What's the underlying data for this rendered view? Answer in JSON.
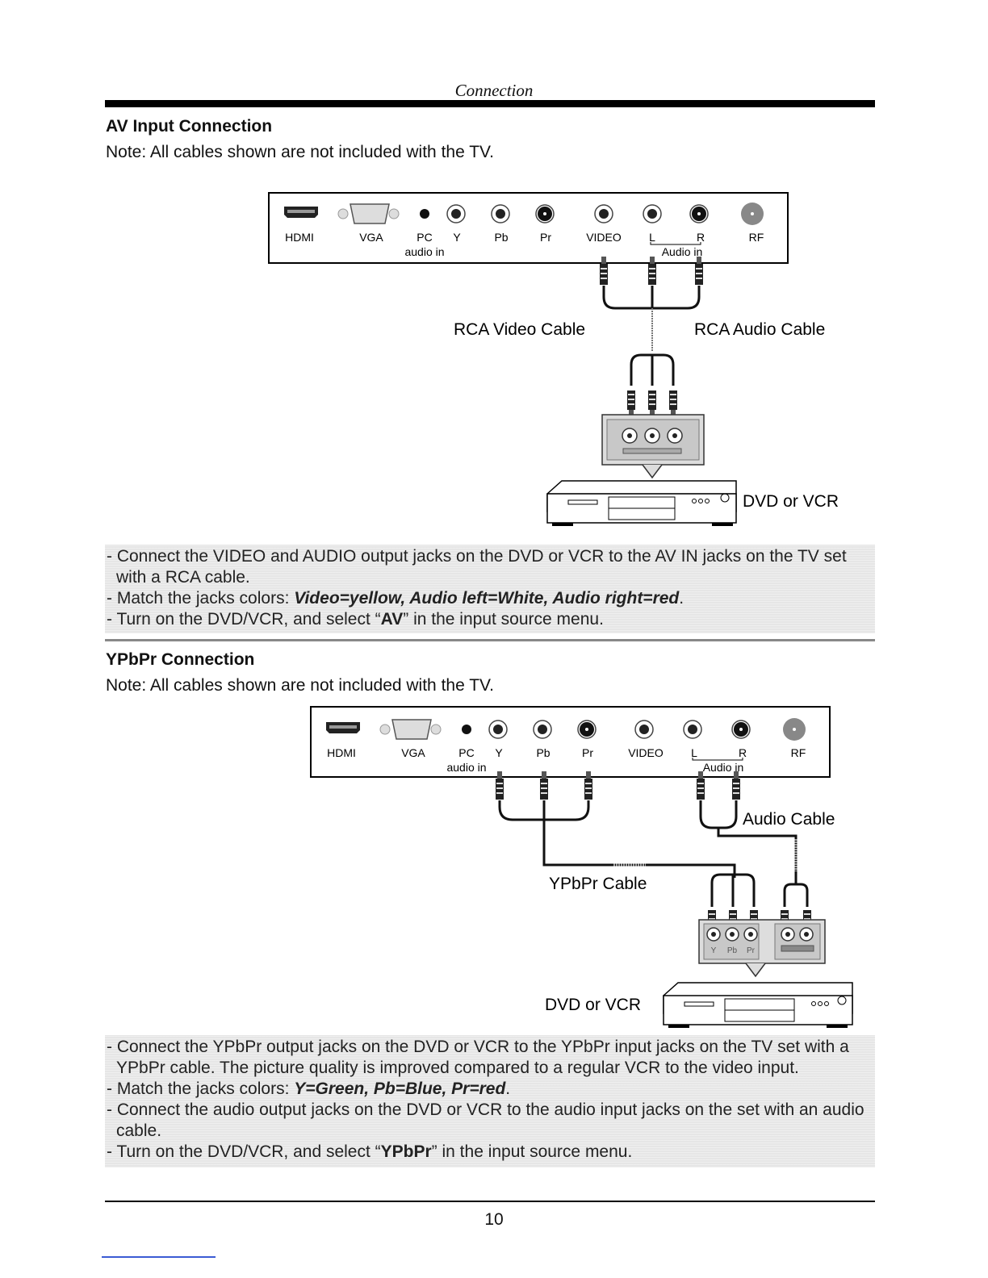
{
  "header": {
    "title": "Connection"
  },
  "av": {
    "title": "AV Input Connection",
    "note": "Note: All cables shown are not included with the TV.",
    "labels": {
      "video_cable": "RCA Video Cable",
      "audio_cable": "RCA Audio Cable",
      "device": "DVD or VCR"
    },
    "instructions": {
      "line1": "- Connect the VIDEO and AUDIO output jacks on the DVD or VCR to the AV IN jacks on the TV set with a RCA cable.",
      "line2_prefix": "- Match the jacks colors: ",
      "line2_colors": "Video=yellow, Audio left=White, Audio right=red",
      "line2_suffix": ".",
      "line3_prefix": "- Turn on the DVD/VCR, and select “",
      "line3_key": "AV",
      "line3_suffix": "” in the input source menu."
    }
  },
  "ypbpr": {
    "title": "YPbPr Connection",
    "note": "Note: All cables shown are not included with the TV.",
    "labels": {
      "audio_cable": "Audio Cable",
      "ypbpr_cable": "YPbPr Cable",
      "device": "DVD or VCR",
      "dvd_jacks": [
        "Y",
        "Pb",
        "Pr"
      ]
    },
    "instructions": {
      "line1": "- Connect the YPbPr output jacks on the DVD or VCR to the YPbPr input jacks on the TV set with a YPbPr cable. The picture quality is improved compared to a regular VCR to the video input.",
      "line2_prefix": "- Match the jacks colors: ",
      "line2_colors": "Y=Green, Pb=Blue, Pr=red",
      "line2_suffix": ".",
      "line3": "- Connect the audio output jacks on the DVD or VCR to the audio input jacks on the set with an audio cable.",
      "line4_prefix": "- Turn on the DVD/VCR, and select “",
      "line4_key": "YPbPr",
      "line4_suffix": "” in the input source menu."
    }
  },
  "tv_panel": {
    "ports": [
      "HDMI",
      "VGA",
      "PC",
      "Y",
      "Pb",
      "Pr",
      "VIDEO",
      "L",
      "R",
      "RF"
    ],
    "pc_sub": "audio in",
    "audio_in": "Audio in"
  },
  "footer": {
    "page_number": "10"
  }
}
